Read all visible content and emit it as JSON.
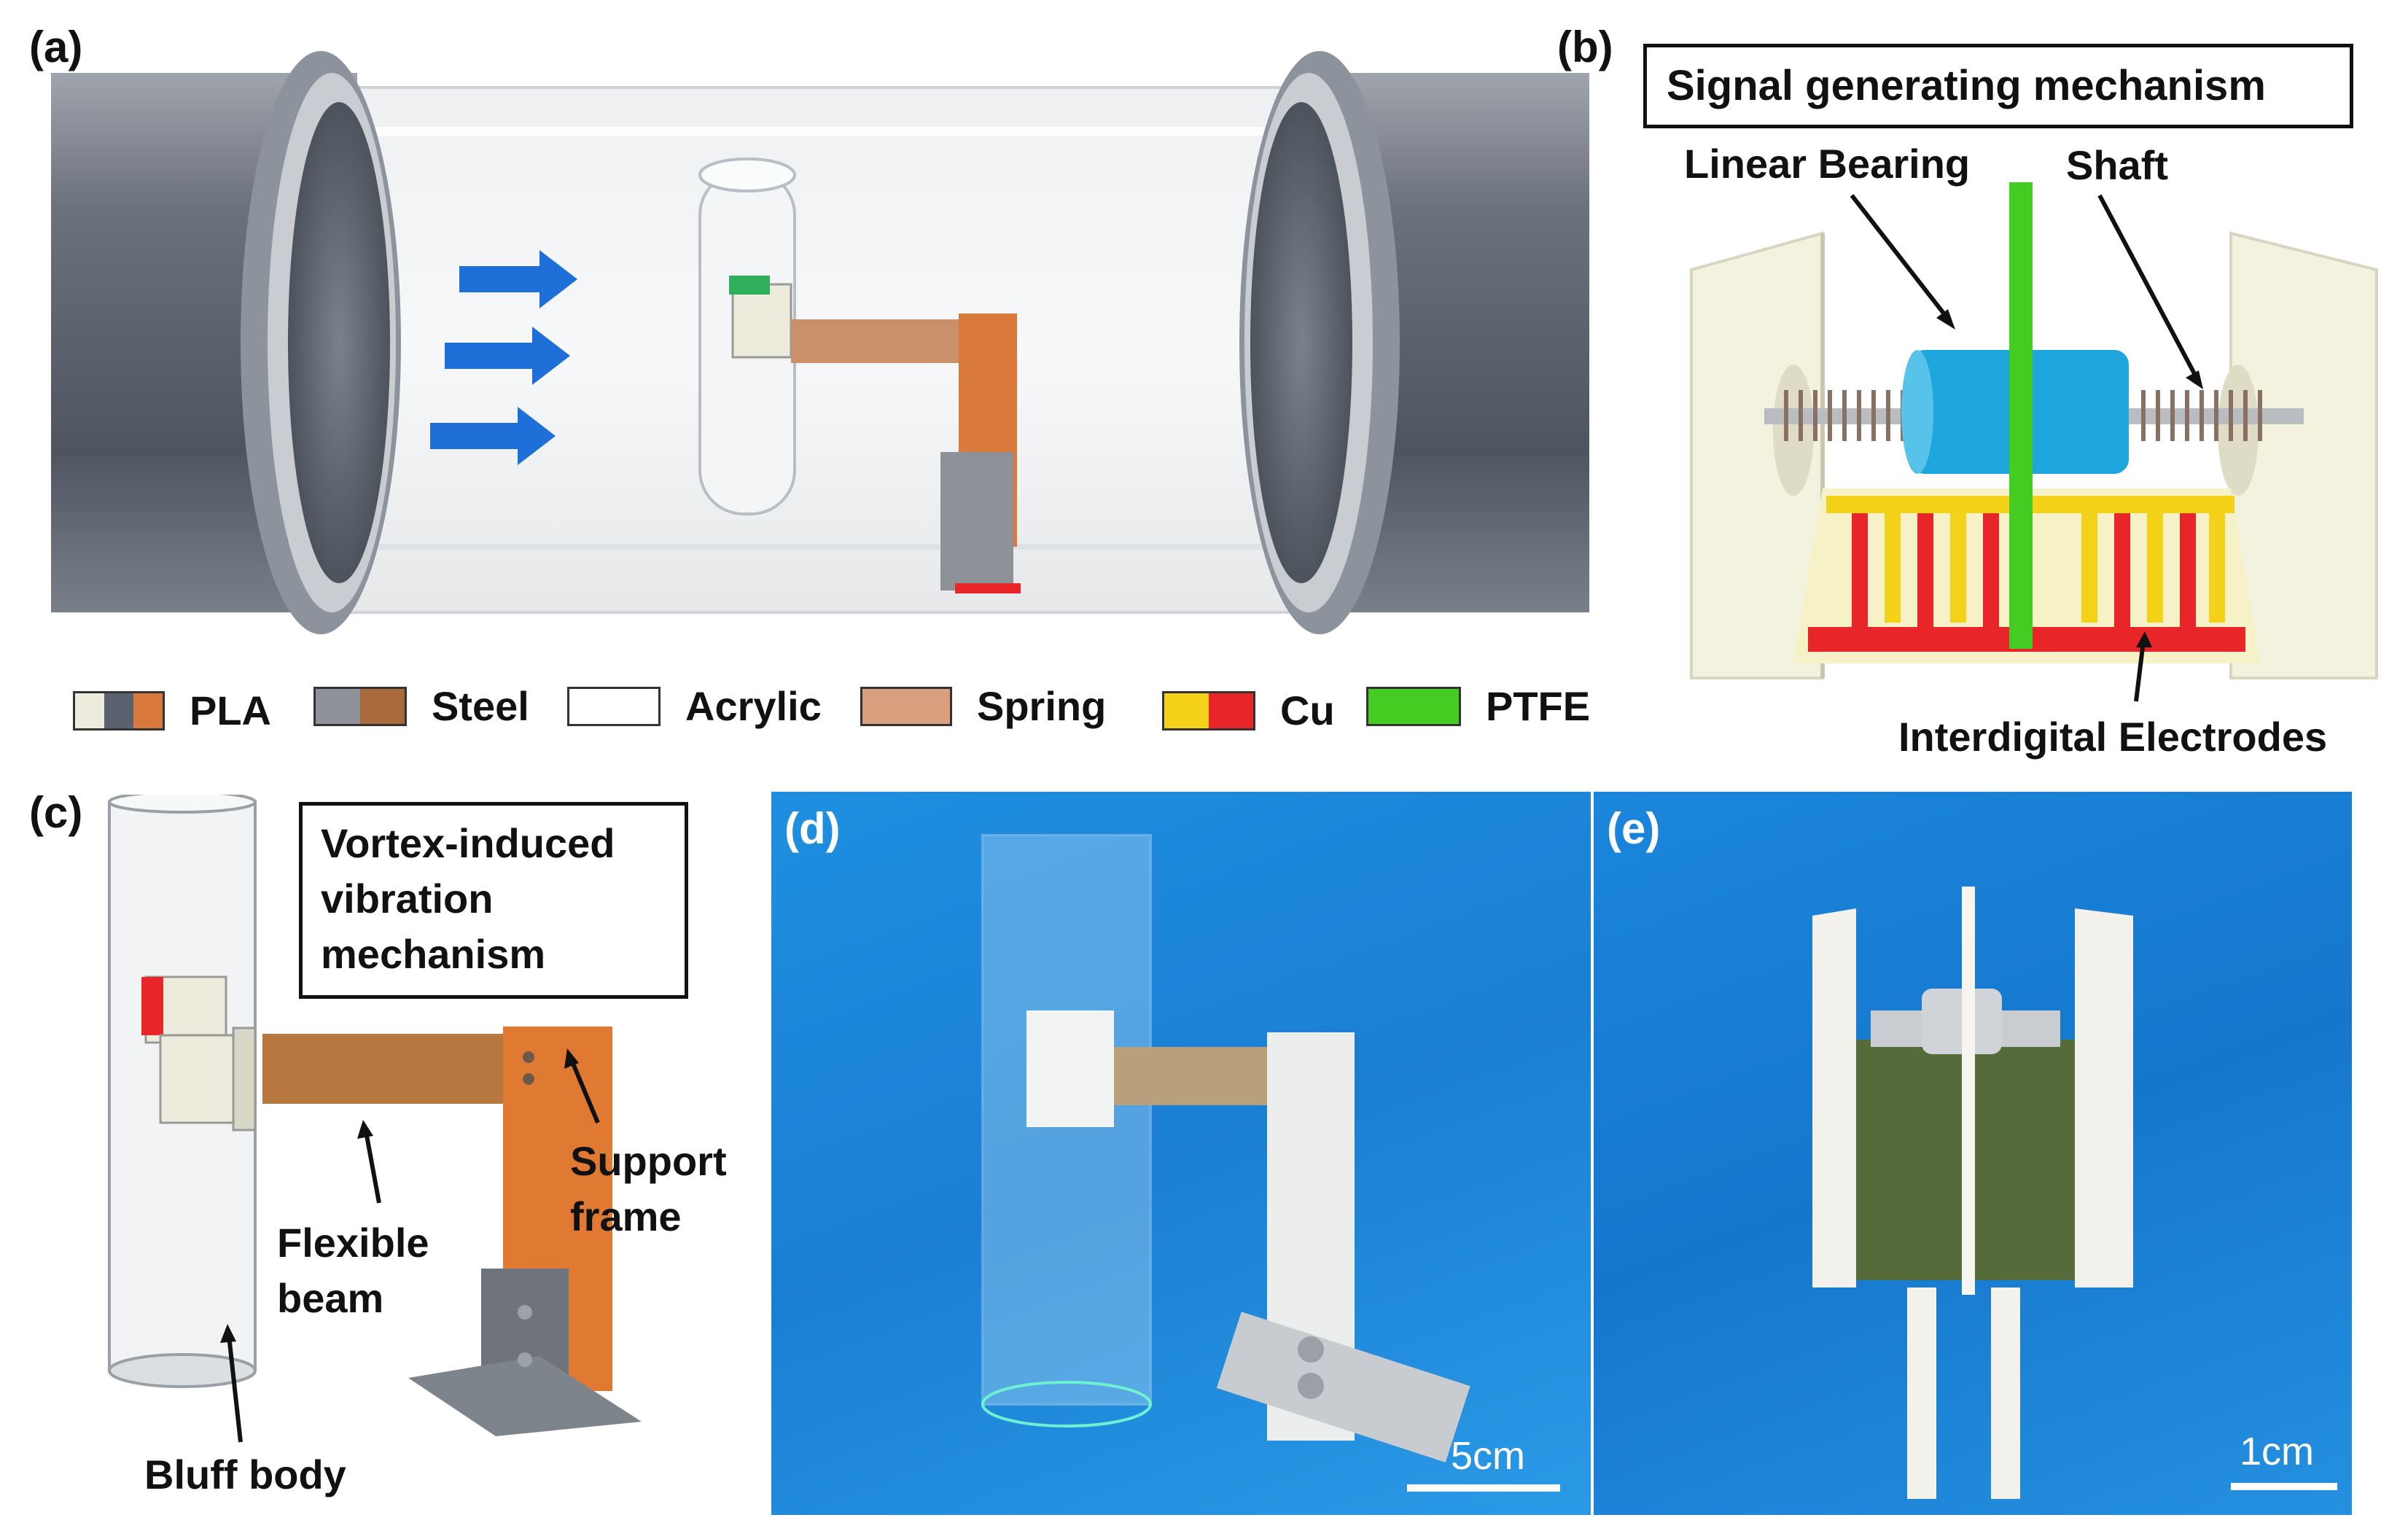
{
  "panels": {
    "a": {
      "tag": "(a)"
    },
    "b": {
      "tag": "(b)",
      "title": "Signal generating mechanism",
      "labels": {
        "bearing": "Linear Bearing",
        "shaft": "Shaft",
        "electrodes": "Interdigital Electrodes"
      }
    },
    "c": {
      "tag": "(c)",
      "title_lines": [
        "Vortex-induced",
        "vibration",
        "mechanism"
      ],
      "labels": {
        "flex1": "Flexible",
        "flex2": "beam",
        "sup1": "Support",
        "sup2": "frame",
        "bluff": "Bluff body"
      }
    },
    "d": {
      "tag": "(d)",
      "scale": "5cm"
    },
    "e": {
      "tag": "(e)",
      "scale": "1cm"
    }
  },
  "legend": [
    {
      "label": "PLA",
      "colors": [
        "#ecebdc",
        "#5a6270",
        "#d97a3c"
      ]
    },
    {
      "label": "Steel",
      "colors": [
        "#8e9197",
        "#a86a3a"
      ]
    },
    {
      "label": "Acrylic",
      "colors": [
        "#ffffff"
      ]
    },
    {
      "label": "Spring",
      "colors": [
        "#d9a080"
      ]
    },
    {
      "label": "Cu",
      "colors": [
        "#f5d21a",
        "#e8262a"
      ]
    },
    {
      "label": "PTFE",
      "colors": [
        "#44cc22"
      ]
    }
  ]
}
